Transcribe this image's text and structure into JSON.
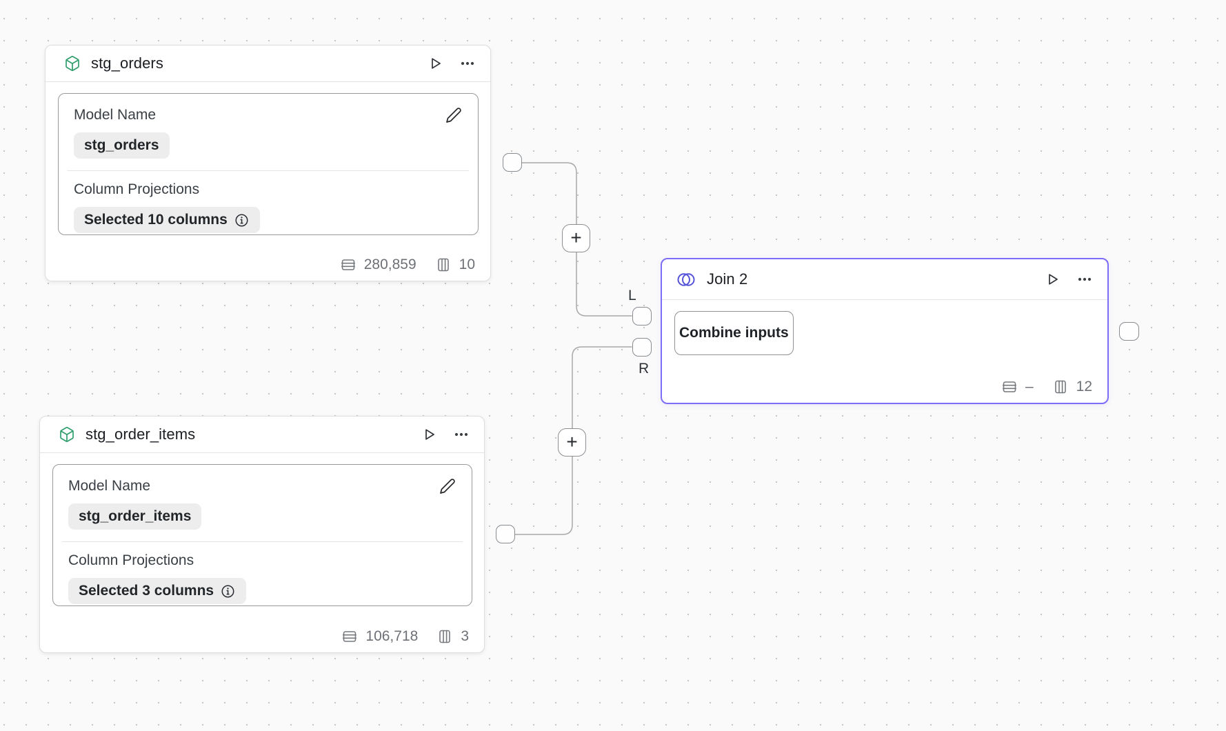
{
  "nodes": {
    "stg_orders": {
      "title": "stg_orders",
      "model_name_label": "Model Name",
      "model_name_value": "stg_orders",
      "projections_label": "Column Projections",
      "projections_value": "Selected 10 columns",
      "row_count": "280,859",
      "column_count": "10"
    },
    "stg_order_items": {
      "title": "stg_order_items",
      "model_name_label": "Model Name",
      "model_name_value": "stg_order_items",
      "projections_label": "Column Projections",
      "projections_value": "Selected 3 columns",
      "row_count": "106,718",
      "column_count": "3"
    },
    "join": {
      "title": "Join 2",
      "button_label": "Combine inputs",
      "row_count": "–",
      "column_count": "12",
      "left_port_label": "L",
      "right_port_label": "R"
    }
  },
  "connectors": {
    "add_button_label": "+"
  },
  "colors": {
    "canvas_background": "#fafafa",
    "selected_border": "#7d6cf8",
    "join_icon": "#5553d8",
    "model_icon": "#2f9d6c",
    "edge": "#a8a8a8",
    "chip_background": "#ededee",
    "footer_text": "#6d7076"
  }
}
